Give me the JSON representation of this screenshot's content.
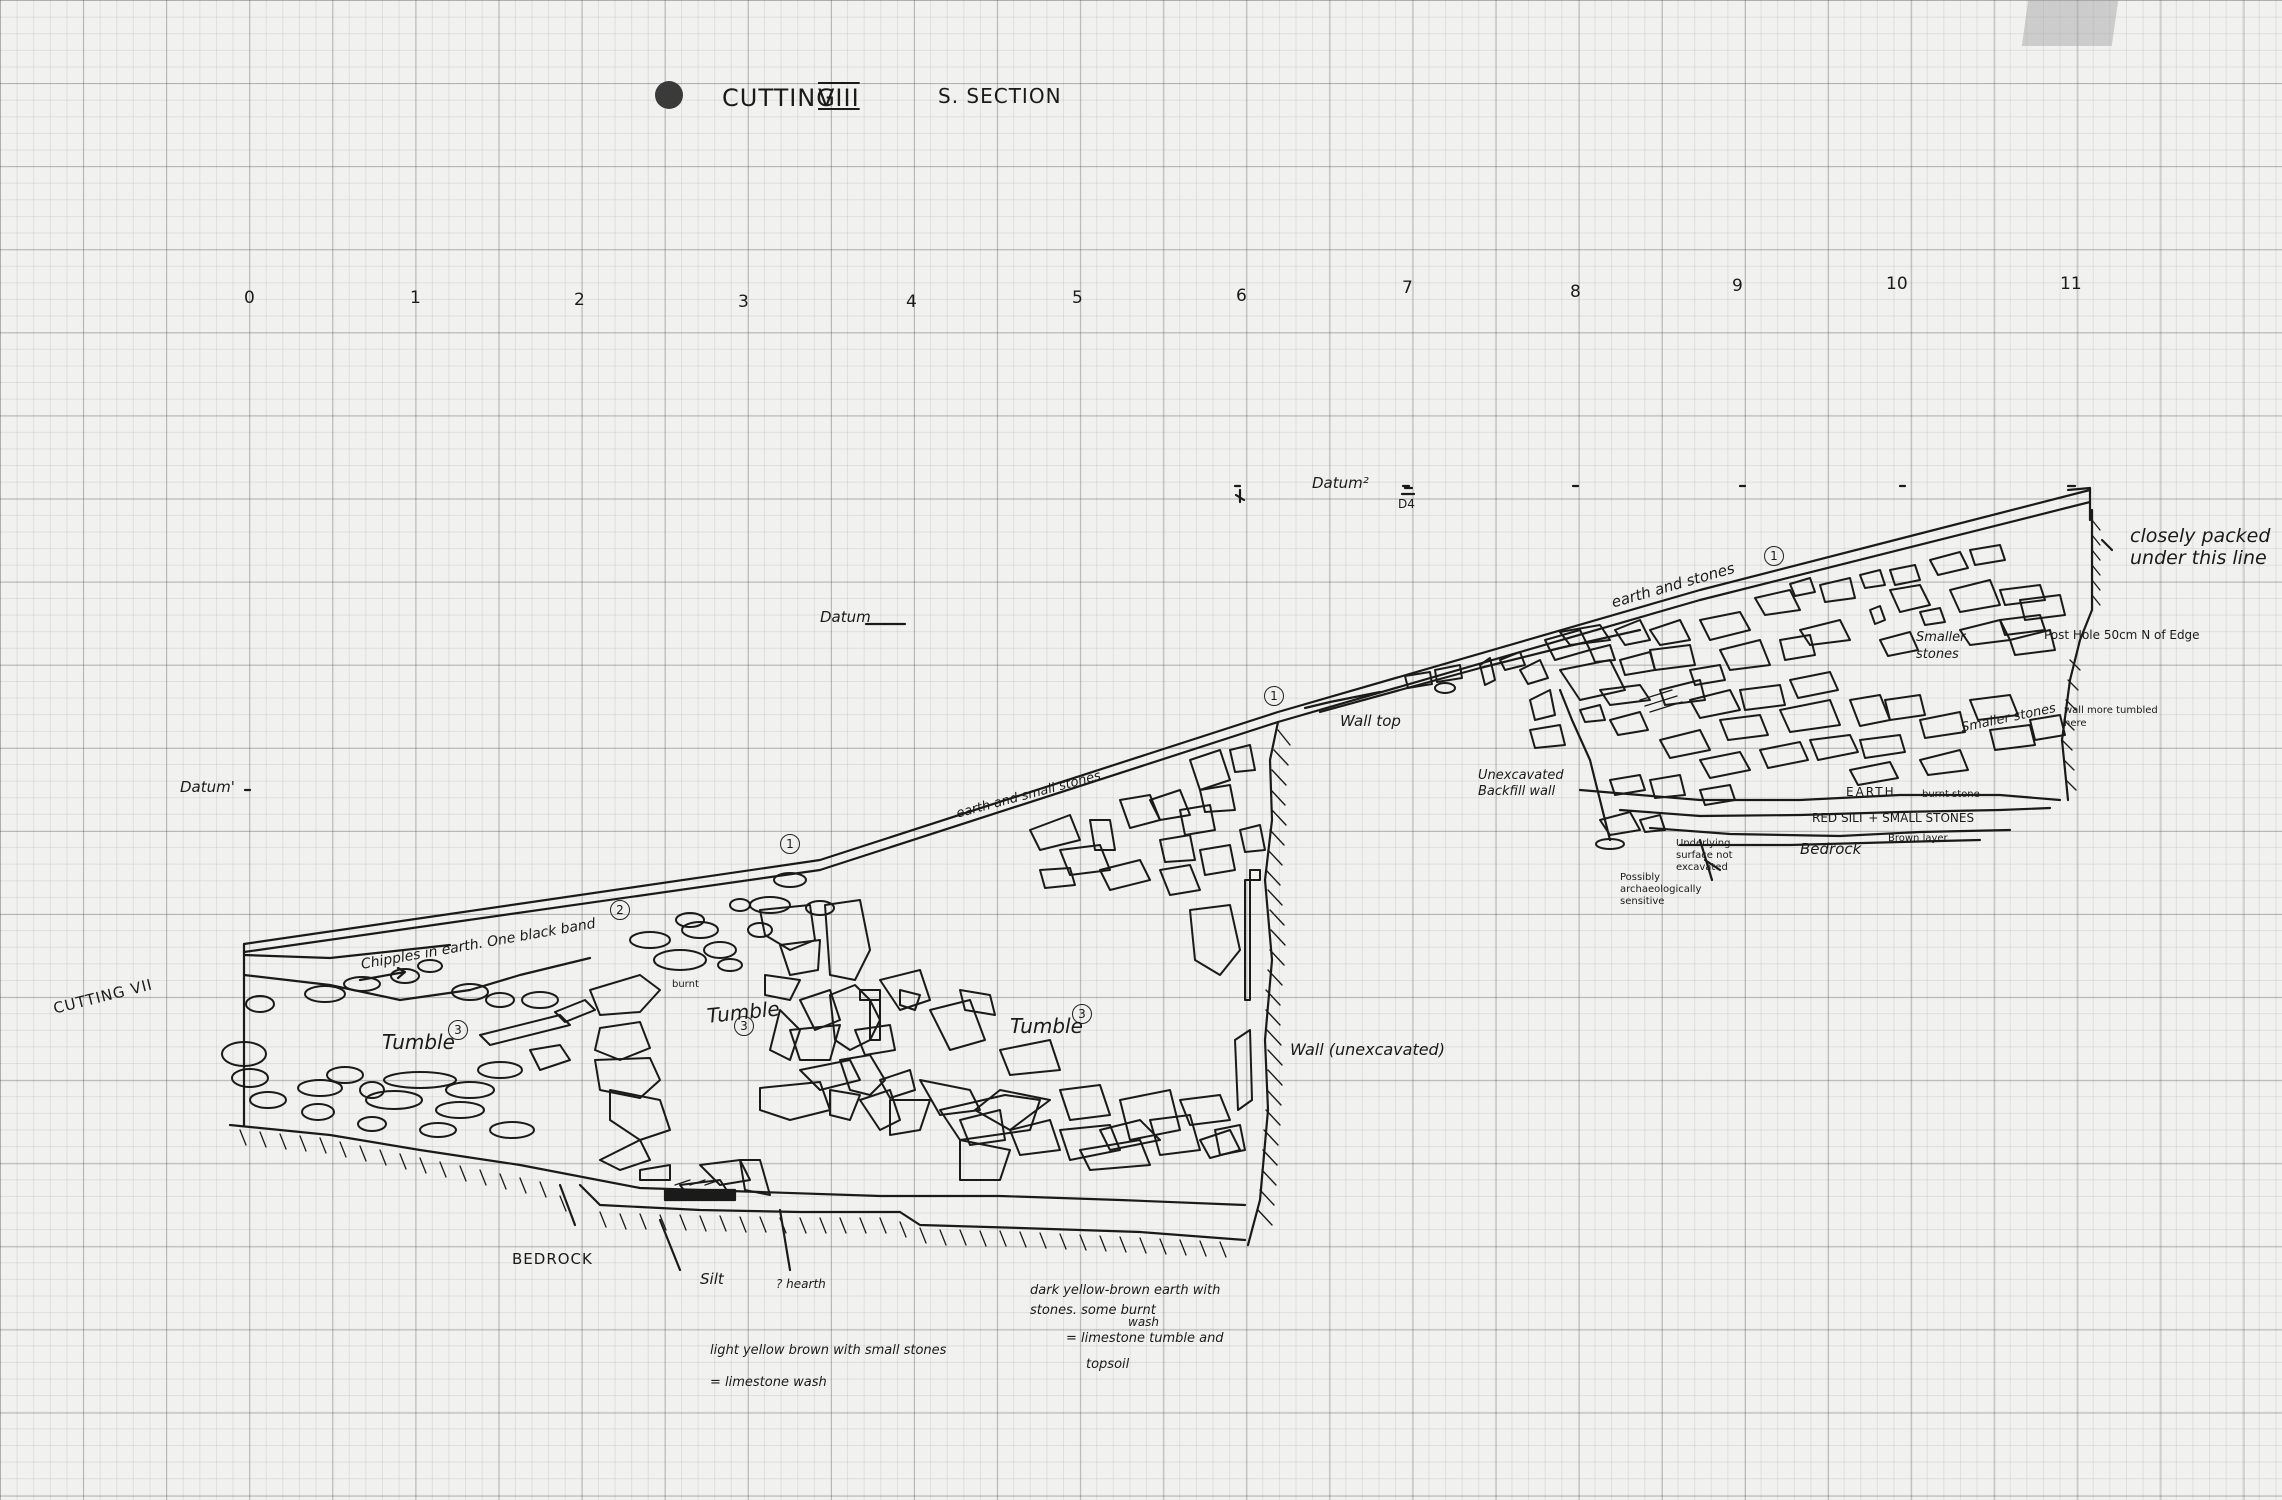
{
  "title": {
    "cutting": "CUTTING",
    "numeral": "VIII",
    "section": "S. SECTION"
  },
  "scale_ticks": [
    "0",
    "1",
    "2",
    "3",
    "4",
    "5",
    "6",
    "7",
    "8",
    "9",
    "10",
    "11"
  ],
  "datums": {
    "d1": "Datum'",
    "d0": "Datum",
    "d2": "Datum²",
    "d2_mark": "D4"
  },
  "layers": {
    "n1": "1",
    "n2": "2",
    "n3": "3",
    "earth_stones": "earth and stones",
    "earth_small_stones": "earth and small stones",
    "chipples": "Chipples in earth. One black band",
    "burnt": "burnt",
    "tumble": "Tumble",
    "wall_top": "Wall top",
    "wall_unexcavated": "Wall (unexcavated)",
    "unexcavated_backfill": "Unexcavated Backfill wall",
    "smaller_stones": "Smaller stones",
    "smaller_stones_2": "Smaller stones",
    "posthole": "Post Hole 50cm N of Edge",
    "wall_tumble": "wall more tumbled here",
    "closely_packed": "closely packed under this line",
    "earth": "EARTH",
    "red_silt": "RED SILT + SMALL STONES",
    "bedrock": "Bedrock",
    "bedrock_caps": "BEDROCK",
    "burnt_stone": "burnt stone",
    "brown_layer": "Brown layer",
    "cutting_vii": "CUTTING VII",
    "silt": "Silt",
    "hearth": "? hearth",
    "small_note1": "Underlying surface not excavated",
    "small_note2": "Possibly archaeologically sensitive"
  },
  "legend": {
    "light_l1": "light yellow brown with small stones",
    "light_l2": "= limestone wash",
    "dark_l1": "dark yellow-brown earth with",
    "dark_l2": "stones. some burnt",
    "dark_l3": "= limestone tumble and",
    "dark_l4": "topsoil",
    "wash": "wash"
  },
  "colors": {
    "paper": "#f1f1f0",
    "ink": "#1a1a1a",
    "grid": "#9a9a9a"
  }
}
